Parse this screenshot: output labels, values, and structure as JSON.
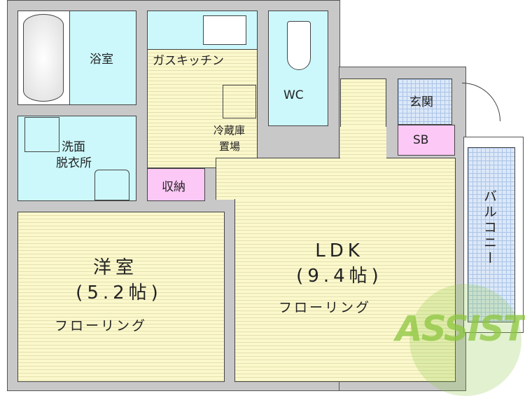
{
  "rooms": {
    "bath": "浴室",
    "kitchen": "ガスキッチン",
    "fridge_line1": "冷蔵庫",
    "fridge_line2": "置場",
    "wc": "WC",
    "entrance": "玄関",
    "shoebox": "SB",
    "washroom_line1": "洗面",
    "washroom_line2": "脱衣所",
    "storage": "収納",
    "western_room": "洋室",
    "western_size": "(5.2帖)",
    "western_floor": "フローリング",
    "ldk": "LDK",
    "ldk_size": "(9.4帖)",
    "ldk_floor": "フローリング",
    "balcony": "バルコニー"
  },
  "logo": {
    "text": "ASSIST",
    "color": "#8cc63f"
  },
  "colors": {
    "wet_area": "#ccf8fc",
    "floor": "#fbf8cc",
    "storage": "#fcc8f6",
    "wall": "#c8c8c8"
  }
}
